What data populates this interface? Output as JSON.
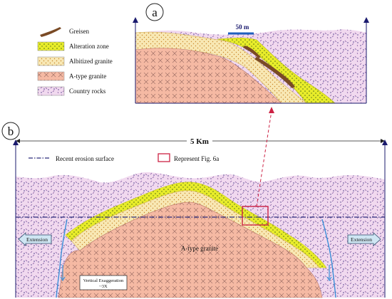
{
  "panels": {
    "a": "a",
    "b": "b"
  },
  "legend": {
    "items": [
      {
        "key": "greisen",
        "label": "Greisen"
      },
      {
        "key": "alteration",
        "label": "Alteration zone"
      },
      {
        "key": "albitized",
        "label": "Albitized  granite"
      },
      {
        "key": "atype",
        "label": "A-type granite"
      },
      {
        "key": "country",
        "label": "Country rocks"
      }
    ]
  },
  "scale_a": "50 m",
  "scale_b": "5 Km",
  "erosion_label": "Recent erosion surface",
  "represent_label": "Represent Fig. 6a",
  "extension_left": "Extension",
  "extension_right": "Extension",
  "granite_label": "A-type granite",
  "vertical_exaggeration": {
    "line1": "Vertical Exaggeration",
    "line2": "~3X"
  },
  "colors": {
    "atype_fill": "#f5b9a3",
    "albitized_fill": "#f8e8b4",
    "alteration_fill": "#e8ec2a",
    "country_fill": "#f1d9ef",
    "greisen": "#7a4a25",
    "frame": "#1a1a6e",
    "highlight": "#cc2244",
    "fault": "#3a8fd8",
    "extension_box": "#cfe6f3"
  }
}
